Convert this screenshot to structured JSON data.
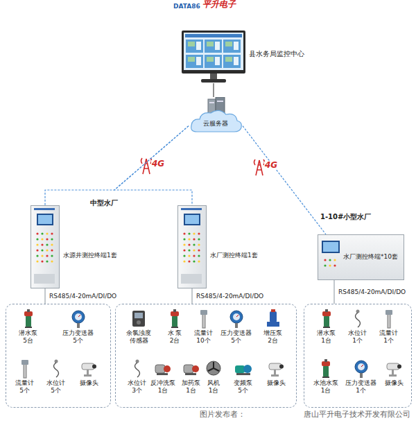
{
  "diagram": {
    "nodes": [
      {
        "text": [
          "县水务局监控中心"
        ]
      },
      {
        "text": [
          "云服务器"
        ]
      },
      {
        "text": [
          "水源井测控终端1套"
        ]
      },
      {
        "text": [
          "水厂测控终端1套"
        ]
      },
      {
        "text": [
          "水厂测控终端*10套"
        ]
      },
      {
        "text": []
      },
      {
        "text": [
          "潜水泵",
          "5台"
        ],
        "in": 5
      },
      {
        "text": [
          "压力变送器",
          "5个"
        ],
        "in": 5
      },
      {
        "text": [
          "流量计",
          "5个"
        ],
        "in": 5
      },
      {
        "text": [
          "水位计",
          "5个"
        ],
        "in": 5
      },
      {
        "text": [
          "摄像头"
        ],
        "in": 5
      },
      {
        "text": []
      },
      {
        "text": [
          "余氯浊度 传感器"
        ],
        "in": 11
      },
      {
        "text": [
          "水 泵",
          "2台"
        ],
        "in": 11
      },
      {
        "text": [
          "流量计",
          "10个"
        ],
        "in": 11
      },
      {
        "text": [
          "压力变送器",
          "5个"
        ],
        "in": 11
      },
      {
        "text": [
          "增压泵",
          "2台"
        ],
        "in": 11
      },
      {
        "text": [
          "水位计",
          "3个"
        ],
        "in": 11
      },
      {
        "text": [
          "反冲洗泵",
          "1台"
        ],
        "in": 11
      },
      {
        "text": [
          "加药泵",
          "1台"
        ],
        "in": 11
      },
      {
        "text": [
          "风机",
          "1台"
        ],
        "in": 11
      },
      {
        "text": [
          "变频泵",
          "5个"
        ],
        "in": 11
      },
      {
        "text": [
          "摄像头"
        ],
        "in": 11
      },
      {
        "text": []
      },
      {
        "text": [
          "潜水泵",
          "1台"
        ],
        "in": 23
      },
      {
        "text": [
          "水位计",
          "1个"
        ],
        "in": 23
      },
      {
        "text": [
          "流量计",
          "1个"
        ],
        "in": 23
      },
      {
        "text": [
          "水池水泵",
          "1台"
        ],
        "in": 23
      },
      {
        "text": [
          "压力变送器",
          "1个"
        ],
        "in": 23
      },
      {
        "text": [
          "摄像头"
        ],
        "in": 23
      }
    ],
    "edges": [
      {
        "from": 1,
        "to": 0,
        "arrow": "none"
      },
      {
        "from": 1,
        "to": 2,
        "arrow": "none"
      },
      {
        "from": 1,
        "to": 3,
        "arrow": "none"
      },
      {
        "from": 1,
        "to": 4,
        "arrow": "none"
      },
      {
        "from": 2,
        "to": 5,
        "label": "RS485/4-20mA/DI/DO",
        "arrow": "none"
      },
      {
        "from": 3,
        "to": 11,
        "label": "RS485/4-20mA/DI/DO",
        "arrow": "none"
      },
      {
        "from": 4,
        "to": 23,
        "label": "RS485/4-20mA/DI/DO",
        "arrow": "none"
      }
    ],
    "labels": [
      "DATA86",
      "平升电子",
      "4G",
      "4G",
      "中型水厂",
      "1-10#小型水厂",
      "图片发布者：",
      "唐山平升电子技术开发有限公司"
    ]
  }
}
